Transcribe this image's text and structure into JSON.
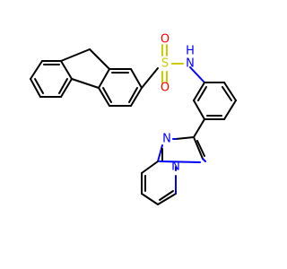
{
  "structure": {
    "atom_labels": [
      {
        "id": "sulfur",
        "text": "S",
        "color": "#cccc00"
      },
      {
        "id": "oxygen-top",
        "text": "O",
        "color": "#ff0000"
      },
      {
        "id": "oxygen-bottom",
        "text": "O",
        "color": "#ff0000"
      },
      {
        "id": "sulfonamide-nitrogen",
        "text": "N",
        "color": "#0000ff"
      },
      {
        "id": "sulfonamide-hydrogen",
        "text": "H",
        "color": "#0000ff"
      },
      {
        "id": "imidazole-nitrogen",
        "text": "N",
        "color": "#0000ff"
      },
      {
        "id": "bridgehead-nitrogen",
        "text": "N",
        "color": "#0000ff"
      }
    ]
  }
}
